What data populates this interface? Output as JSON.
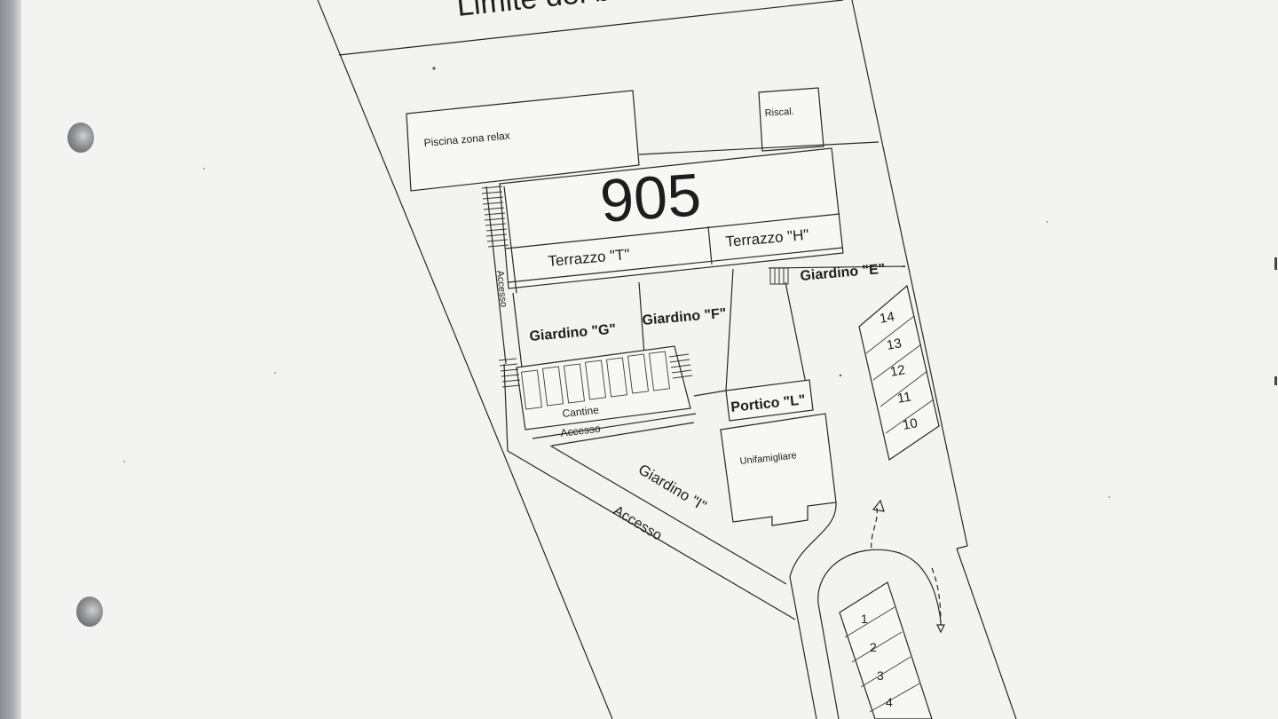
{
  "plan": {
    "header_text": "Limite del b",
    "parcel_number": "905",
    "areas": {
      "pool": "Piscina zona relax",
      "heating": "Riscal.",
      "terrace_t": "Terrazzo \"T\"",
      "terrace_h": "Terrazzo \"H\"",
      "garden_e": "Giardino \"E\"",
      "garden_g": "Giardino \"G\"",
      "garden_f": "Giardino \"F\"",
      "garden_i": "Giardino \"I\"",
      "portico_l": "Portico \"L\"",
      "cellars": "Cantine",
      "single_family": "Unifamigliare"
    },
    "access_labels": {
      "side": "Accesso",
      "cellars": "Accesso",
      "diagonal": "Accesso"
    },
    "parking_upper": [
      "14",
      "13",
      "12",
      "11",
      "10"
    ],
    "parking_lower": [
      "1",
      "2",
      "3",
      "4"
    ]
  }
}
